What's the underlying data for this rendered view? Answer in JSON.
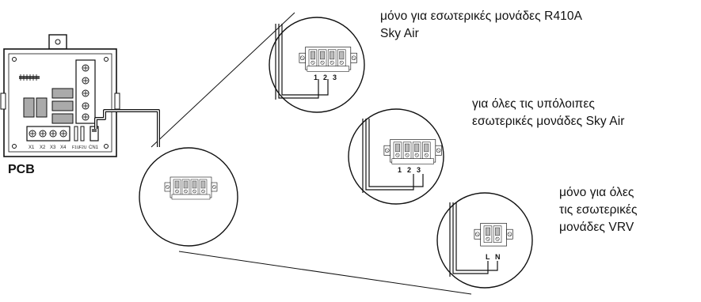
{
  "pcb": {
    "label": "PCB",
    "terminal_labels": [
      "X1",
      "X2",
      "X3",
      "X4"
    ],
    "fuse_labels": [
      "F1U",
      "F2U"
    ],
    "connector_label": "CN1"
  },
  "zoom_generic": {
    "terminal_count": 4
  },
  "detail_r410a": {
    "note_lines": [
      "μόνο για εσωτερικές μονάδες R410A",
      "Sky Air"
    ],
    "terminal_numbers": [
      "1",
      "2",
      "3"
    ]
  },
  "detail_sky_air": {
    "note_lines": [
      "για όλες τις υπόλοιπες",
      "εσωτερικές μονάδες Sky Air"
    ],
    "terminal_numbers": [
      "1",
      "2",
      "3"
    ]
  },
  "detail_vrv": {
    "note_lines": [
      "μόνο για όλες",
      "τις εσωτερικές",
      "μονάδες VRV"
    ],
    "terminal_numbers": [
      "L",
      "N"
    ]
  }
}
